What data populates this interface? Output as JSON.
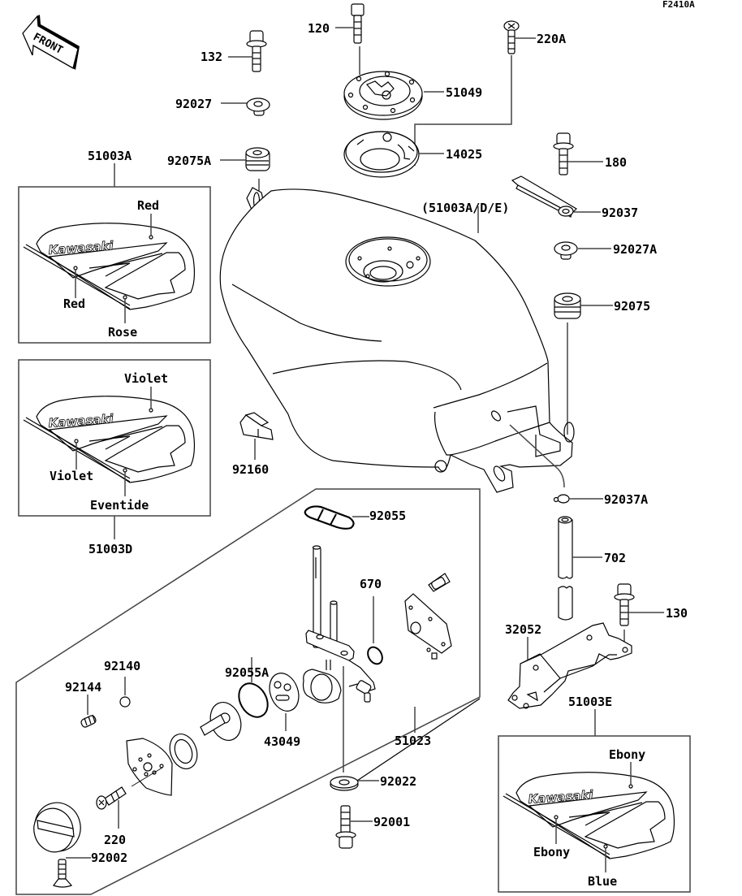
{
  "diagram": {
    "figure_id": "F2410A",
    "front_arrow_label": "FRONT",
    "tank_assembly_label": "(51003A/D/E)",
    "part_labels": {
      "p120": "120",
      "p132": "132",
      "p220A": "220A",
      "p51049": "51049",
      "p92027": "92027",
      "p14025": "14025",
      "p92075A": "92075A",
      "p180": "180",
      "p92037": "92037",
      "p92027A": "92027A",
      "p92075": "92075",
      "p92160": "92160",
      "p92037A": "92037A",
      "p702": "702",
      "p130": "130",
      "p32052": "32052",
      "p92055": "92055",
      "p670": "670",
      "p92055A": "92055A",
      "p92140": "92140",
      "p92144": "92144",
      "p43049": "43049",
      "p51023": "51023",
      "p92022": "92022",
      "p92001": "92001",
      "p220": "220",
      "p92002": "92002"
    },
    "decal_variants": [
      {
        "part": "51003A",
        "brand": "Kawasaki",
        "colors": {
          "top": "Red",
          "side": "Red",
          "bottom": "Rose"
        }
      },
      {
        "part": "51003D",
        "brand": "Kawasaki",
        "colors": {
          "top": "Violet",
          "side": "Violet",
          "bottom": "Eventide"
        }
      },
      {
        "part": "51003E",
        "brand": "Kawasaki",
        "colors": {
          "top": "Ebony",
          "side": "Ebony",
          "bottom": "Blue"
        }
      }
    ]
  }
}
